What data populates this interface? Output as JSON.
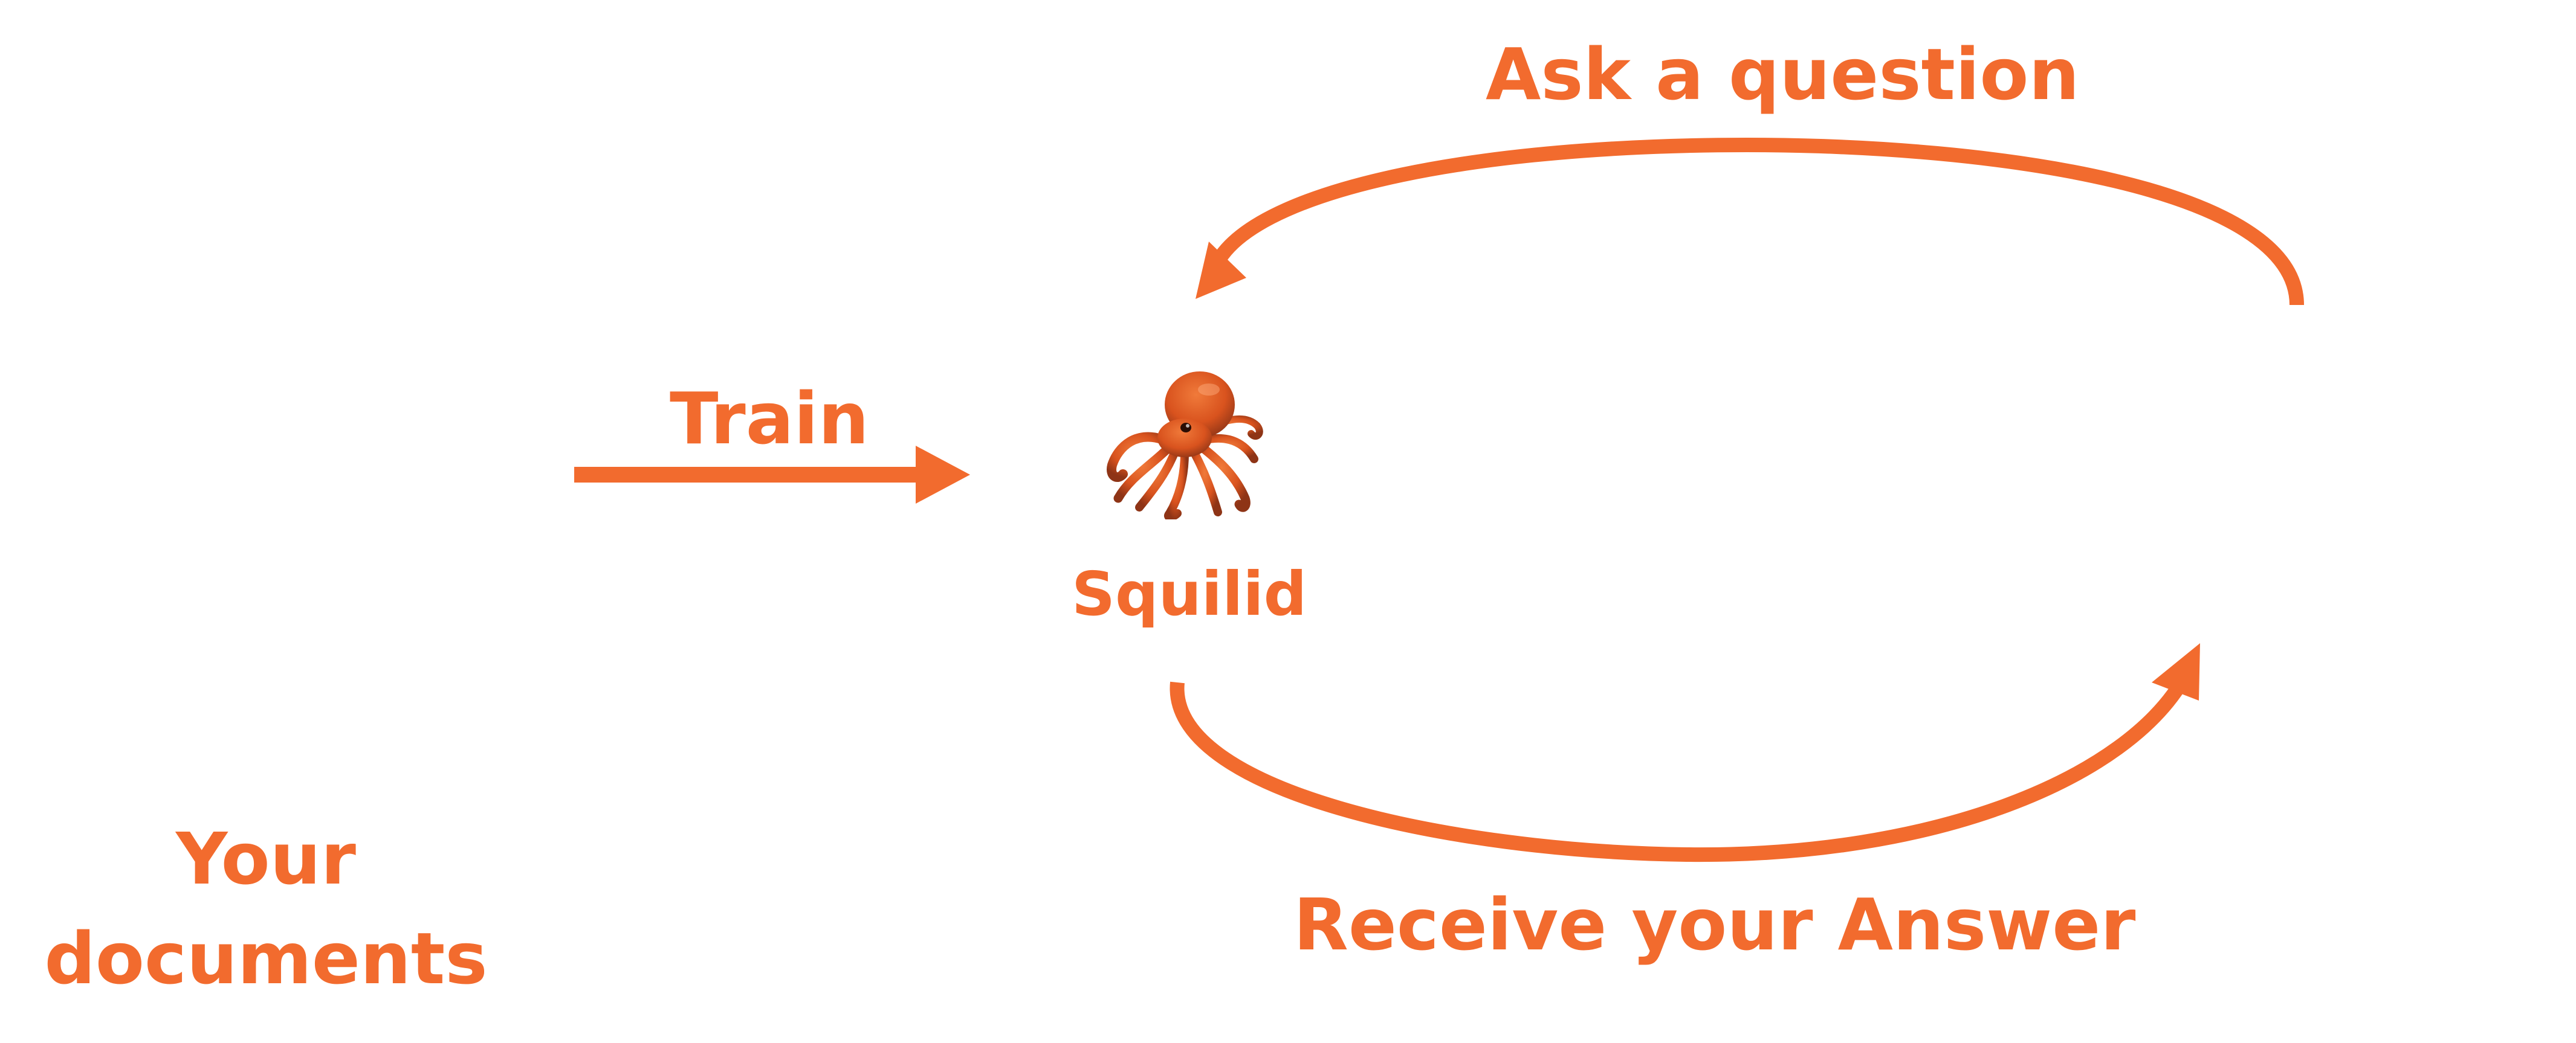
{
  "colors": {
    "accent": "#F26B2E",
    "octopus_body": "#D9531E",
    "octopus_shadow": "#7A2A12"
  },
  "nodes": {
    "documents_label": "Your documents",
    "model_name": "Squilid",
    "model_icon": "octopus-icon"
  },
  "edges": {
    "train": "Train",
    "ask": "Ask a question",
    "receive": "Receive your Answer"
  }
}
